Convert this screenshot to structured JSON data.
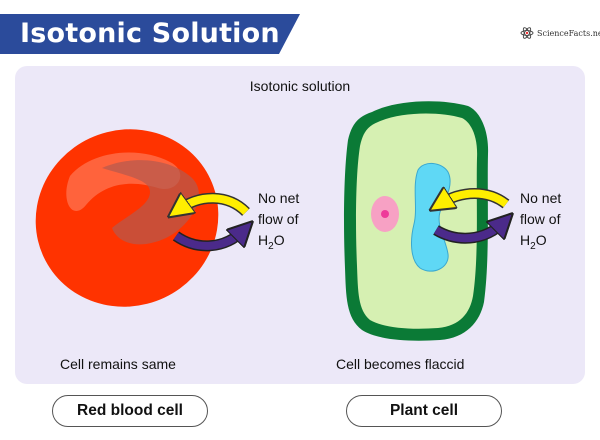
{
  "title": "Isotonic Solution",
  "logo": {
    "text": "ScienceFacts.net"
  },
  "diagram": {
    "solution_label": "Isotonic solution",
    "flow_label": {
      "line1": "No net",
      "line2": "flow of",
      "h": "H",
      "sub": "2",
      "o": "O"
    },
    "red_blood_cell": {
      "caption": "Cell remains same",
      "name": "Red blood cell"
    },
    "plant_cell": {
      "caption": "Cell becomes flaccid",
      "name": "Plant cell"
    }
  },
  "colors": {
    "banner": "#2b4b9b",
    "panel": "#ece8f8",
    "rbc": "#ff3300",
    "cell_wall": "#0b7a36",
    "cytoplasm": "#d6f0b2",
    "vacuole": "#5fd8f5",
    "nucleus": "#f7a1c4",
    "arrow_in": "#ffee00",
    "arrow_out": "#4b2a8a"
  }
}
